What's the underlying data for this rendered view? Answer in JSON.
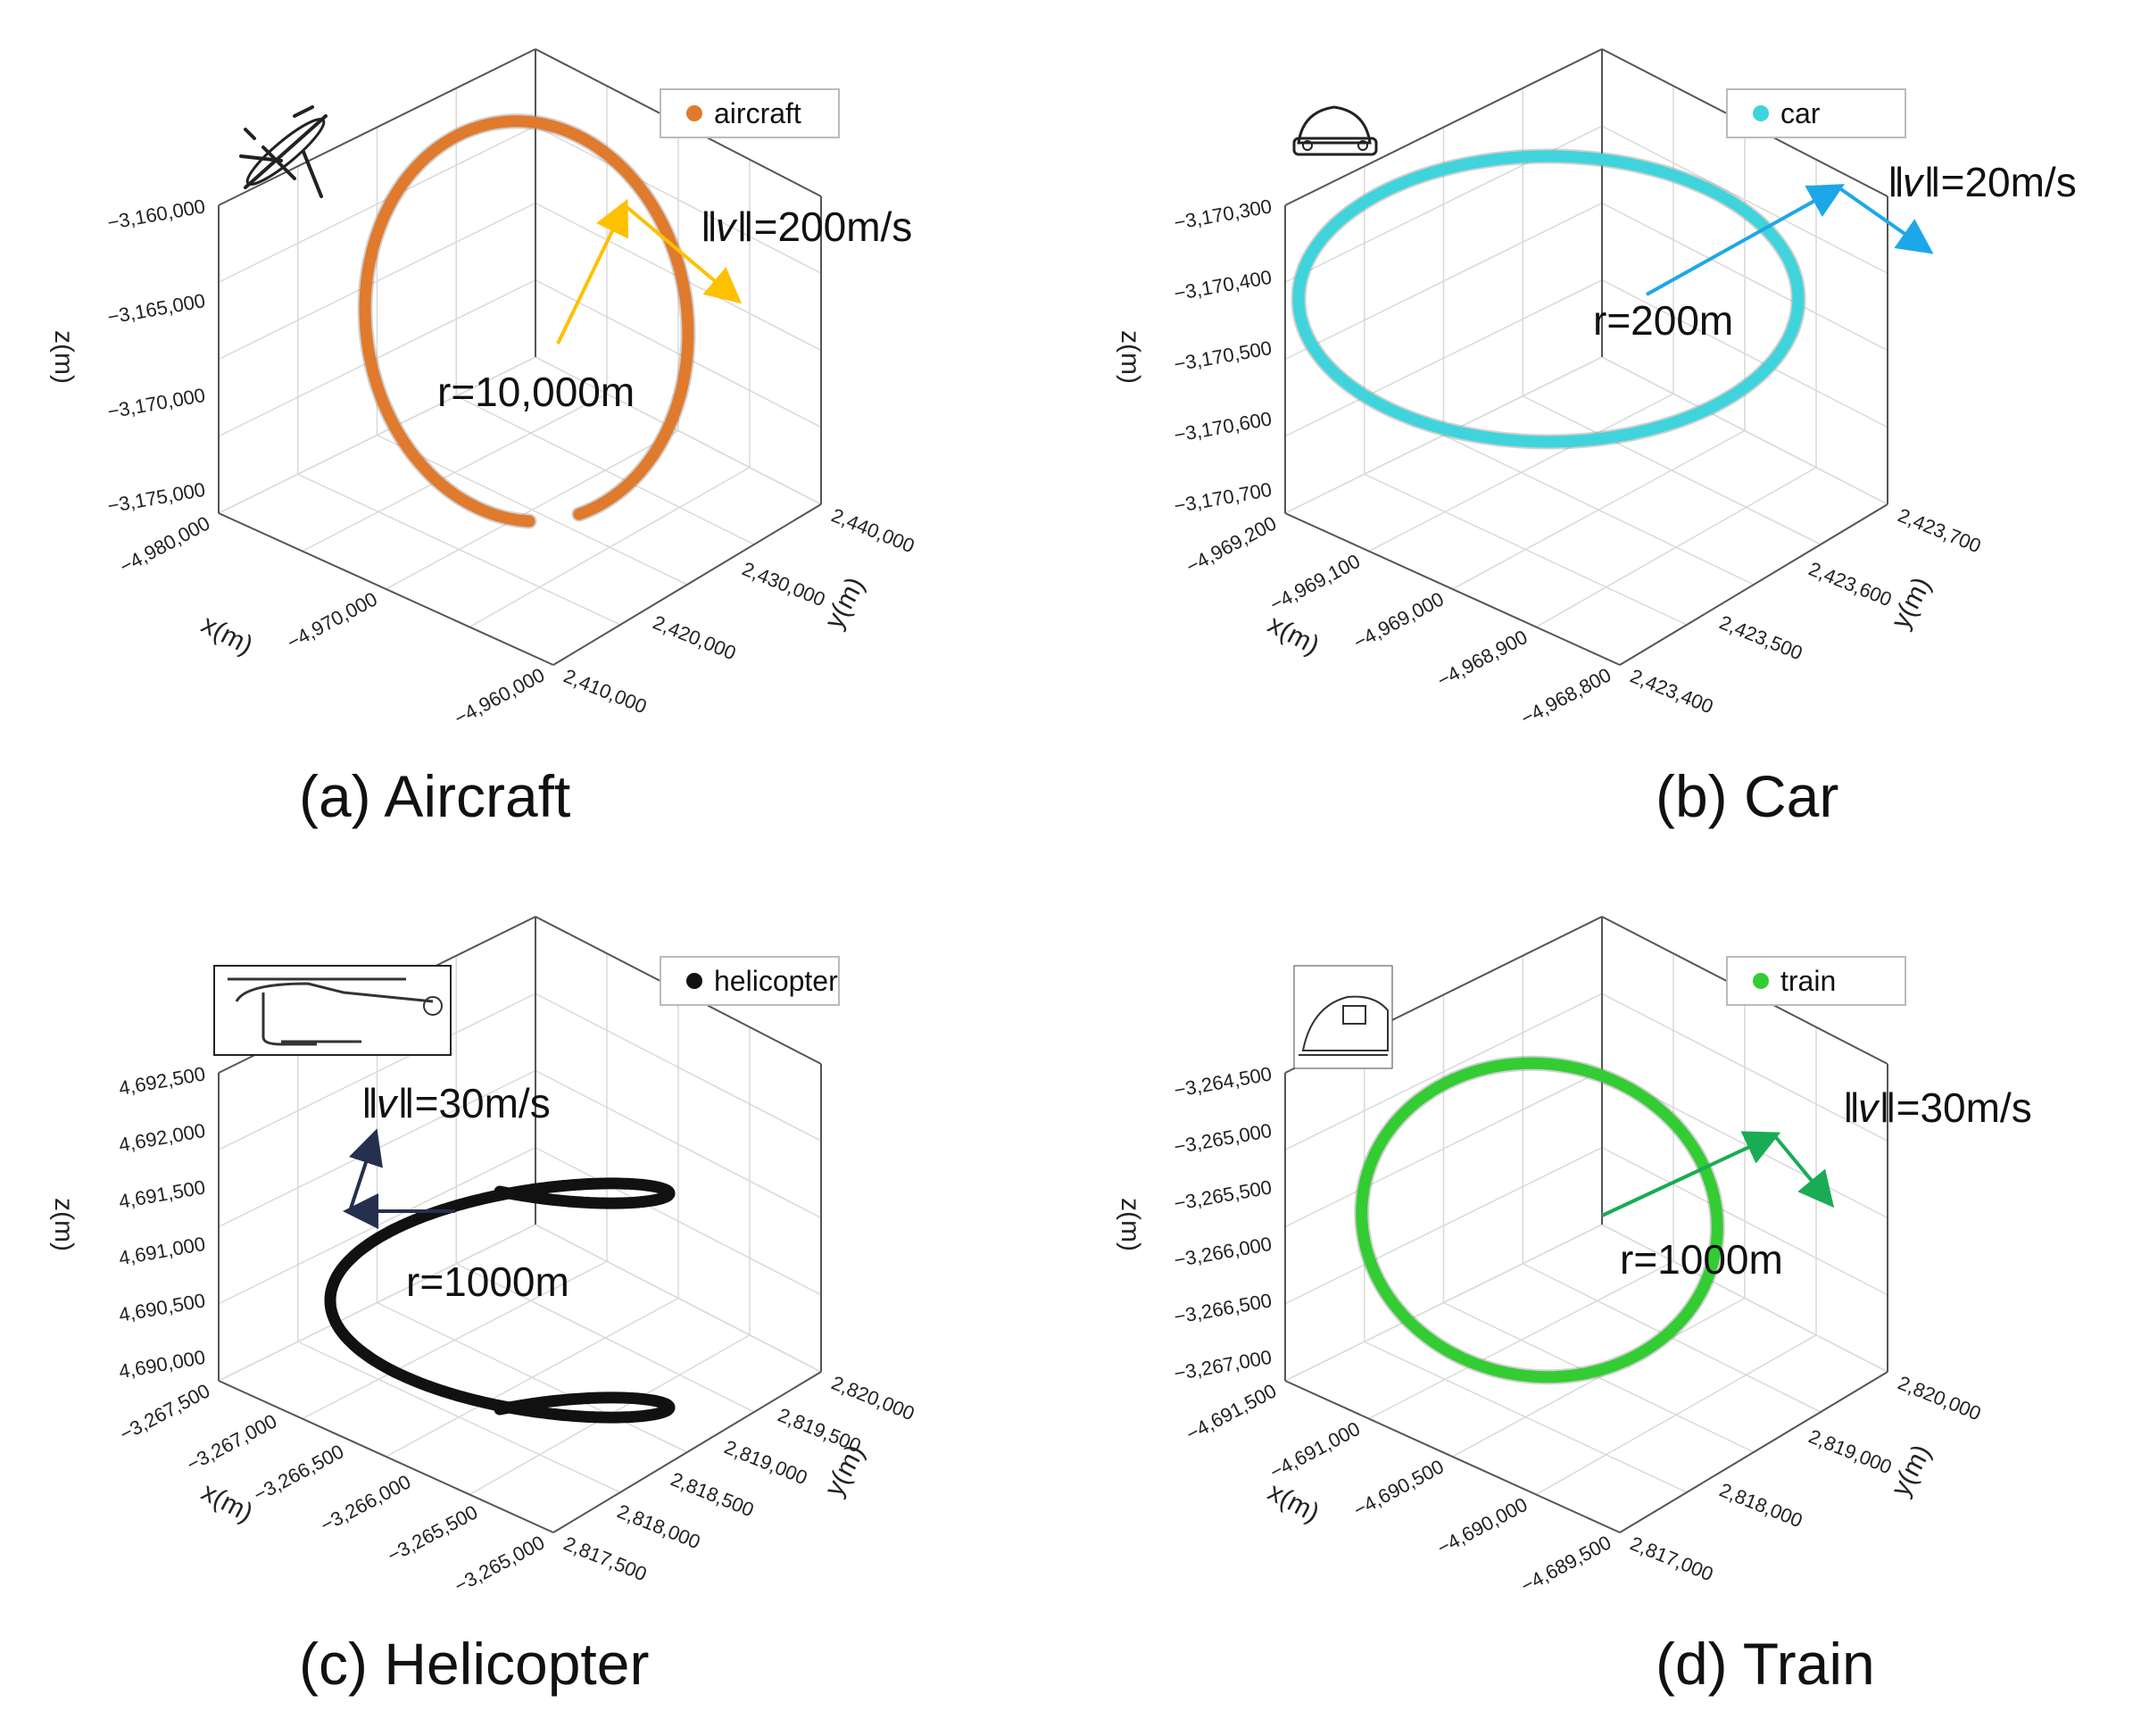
{
  "chart_data": [
    {
      "type": "scatter",
      "caption": "(a) Aircraft",
      "legend": "aircraft",
      "color": "#e07a2c",
      "shape": "ring",
      "ring_gap_deg": 18,
      "xlabel": "x(m)",
      "ylabel": "y(m)",
      "zlabel": "z(m)",
      "x_ticks": [
        "−4,980,000",
        "−4,970,000",
        "−4,960,000"
      ],
      "y_ticks": [
        "2,410,000",
        "2,420,000",
        "2,430,000",
        "2,440,000"
      ],
      "z_ticks": [
        "−3,160,000",
        "−3,165,000",
        "−3,170,000",
        "−3,175,000"
      ],
      "radius_label": "r=10,000m",
      "speed_label": "‖𝑣‖=200m/s",
      "arrow_color": "#ffc000",
      "icon": "airplane-icon"
    },
    {
      "type": "scatter",
      "caption": "(b) Car",
      "legend": "car",
      "color": "#3fd4dc",
      "shape": "ring",
      "ring_gap_deg": 0,
      "xlabel": "x(m)",
      "ylabel": "y(m)",
      "zlabel": "z(m)",
      "x_ticks": [
        "−4,969,200",
        "−4,969,100",
        "−4,969,000",
        "−4,968,900",
        "−4,968,800"
      ],
      "y_ticks": [
        "2,423,400",
        "2,423,500",
        "2,423,600",
        "2,423,700"
      ],
      "z_ticks": [
        "−3,170,300",
        "−3,170,400",
        "−3,170,500",
        "−3,170,600",
        "−3,170,700"
      ],
      "radius_label": "r=200m",
      "speed_label": "‖𝑣‖=20m/s",
      "arrow_color": "#1ea7e8",
      "icon": "car-icon"
    },
    {
      "type": "scatter",
      "caption": "(c) Helicopter",
      "legend": "helicopter",
      "color": "#111111",
      "shape": "helix",
      "xlabel": "x(m)",
      "ylabel": "y(m)",
      "zlabel": "z(m)",
      "x_ticks": [
        "−3,267,500",
        "−3,267,000",
        "−3,266,500",
        "−3,266,000",
        "−3,265,500",
        "−3,265,000"
      ],
      "y_ticks": [
        "2,817,500",
        "2,818,000",
        "2,818,500",
        "2,819,000",
        "2,819,500",
        "2,820,000"
      ],
      "z_ticks": [
        "4,692,500",
        "4,692,000",
        "4,691,500",
        "4,691,000",
        "4,690,500",
        "4,690,000"
      ],
      "radius_label": "r=1000m",
      "speed_label": "‖𝑣‖=30m/s",
      "arrow_color": "#24304e",
      "icon": "helicopter-icon"
    },
    {
      "type": "scatter",
      "caption": "(d) Train",
      "legend": "train",
      "color": "#33cc33",
      "shape": "ring",
      "ring_gap_deg": 0,
      "xlabel": "x(m)",
      "ylabel": "y(m)",
      "zlabel": "z(m)",
      "x_ticks": [
        "−4,691,500",
        "−4,691,000",
        "−4,690,500",
        "−4,690,000",
        "−4,689,500"
      ],
      "y_ticks": [
        "2,817,000",
        "2,818,000",
        "2,819,000",
        "2,820,000"
      ],
      "z_ticks": [
        "−3,264,500",
        "−3,265,000",
        "−3,265,500",
        "−3,266,000",
        "−3,266,500",
        "−3,267,000"
      ],
      "radius_label": "r=1000m",
      "speed_label": "‖𝑣‖=30m/s",
      "arrow_color": "#1aab55",
      "icon": "train-icon"
    }
  ]
}
